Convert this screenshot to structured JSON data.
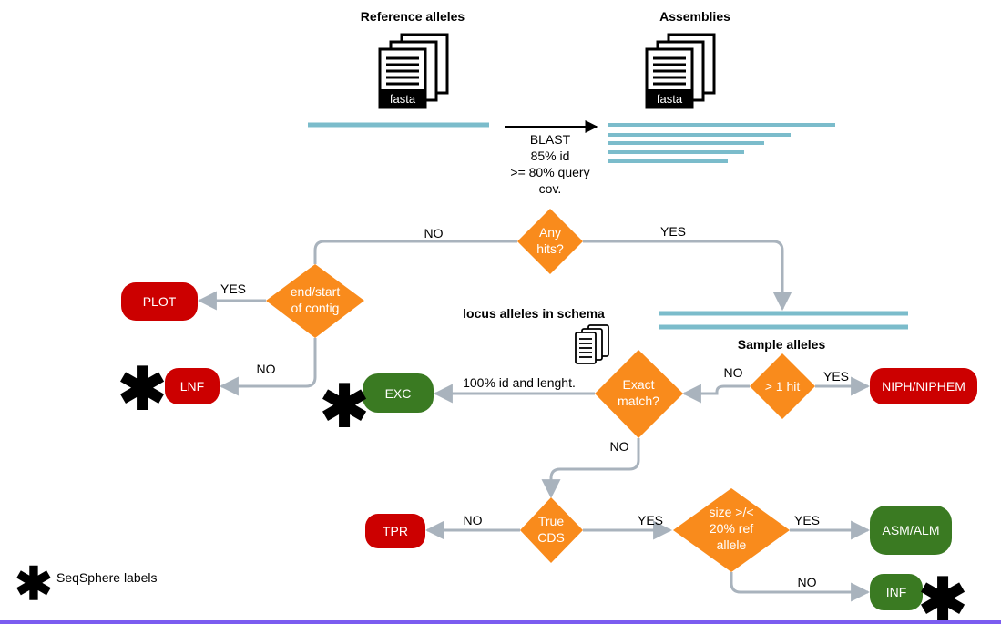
{
  "header": {
    "reference_alleles": "Reference alleles",
    "assemblies": "Assemblies"
  },
  "doc_icon_label": "fasta",
  "blast": {
    "line1": "BLAST",
    "line2": "85% id",
    "line3": ">= 80% query",
    "line4": "cov."
  },
  "decisions": {
    "any_hits": [
      "Any",
      "hits?"
    ],
    "end_start_contig": [
      "end/start",
      "of contig"
    ],
    "exact_match": [
      "Exact",
      "match?"
    ],
    "more_than_one_hit": [
      "> 1 hit"
    ],
    "true_cds": [
      "True",
      "CDS"
    ],
    "size_ref_allele": [
      "size >/<",
      "20% ref",
      "allele"
    ]
  },
  "edge_labels": {
    "no_any_hits": "NO",
    "yes_any_hits": "YES",
    "yes_plot": "YES",
    "no_lnf": "NO",
    "exc_condition": "100% id and lenght.",
    "no_exact": "NO",
    "no_hit": "NO",
    "yes_hit": "YES",
    "no_tpr": "NO",
    "yes_cds": "YES",
    "yes_asm": "YES",
    "no_inf": "NO"
  },
  "section_labels": {
    "locus_alleles": "locus alleles in schema",
    "sample_alleles": "Sample alleles"
  },
  "outcomes": {
    "plot": "PLOT",
    "lnf": "LNF",
    "exc": "EXC",
    "niph": "NIPH/NIPHEM",
    "tpr": "TPR",
    "asm": "ASM/ALM",
    "inf": "INF"
  },
  "legend": {
    "text": "SeqSphere labels",
    "symbol": "✱"
  },
  "colors": {
    "red": "#cc0000",
    "green": "#3a7a22",
    "orange": "#f98b1c",
    "teal": "#7bbccb",
    "arrow_gray": "#a9b3bd"
  }
}
